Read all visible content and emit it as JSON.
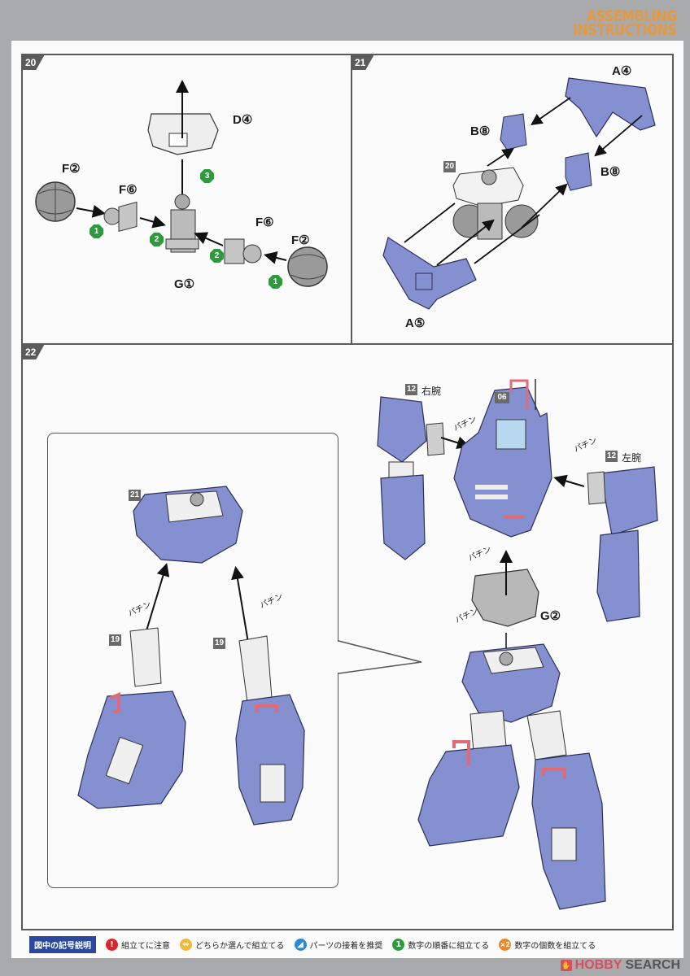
{
  "header": {
    "line1": "ASSEMBLING",
    "line2": "INSTRUCTIONS"
  },
  "colors": {
    "header_accent": "#e8983a",
    "part_blue": "#8590d0",
    "step_green": "#2e9a3e",
    "legend_blue": "#2b48a0",
    "accent_red": "#e06a78"
  },
  "steps": {
    "s20": {
      "number": "20",
      "labels": {
        "d4": "D④",
        "f2_left": "F②",
        "f6_left": "F⑥",
        "f6_right": "F⑥",
        "f2_right": "F②",
        "g1": "G①"
      },
      "badges": {
        "b1_left": "1",
        "b2_left": "2",
        "b2_right": "2",
        "b1_right": "1",
        "b3": "3"
      }
    },
    "s21": {
      "number": "21",
      "labels": {
        "a4": "A④",
        "b8_top": "B⑧",
        "b8_right": "B⑧",
        "a5": "A⑤"
      },
      "ref": "20"
    },
    "s22": {
      "number": "22",
      "callout": {
        "ref_top": "21",
        "ref_left": "19",
        "ref_right": "19",
        "snap1": "パチン",
        "snap2": "パチン"
      },
      "right_arm_ref": "12",
      "right_arm": "右腕",
      "left_arm_ref": "12",
      "left_arm": "左腕",
      "torso_ref": "06",
      "g2": "G②",
      "snap_a": "パチン",
      "snap_b": "パチン",
      "snap_c": "パチン",
      "snap_d": "パチン"
    }
  },
  "legend": {
    "title": "図中の記号説明",
    "items": [
      {
        "icon": "!",
        "color": "#d8262e",
        "label": "組立てに注意"
      },
      {
        "icon": "⇔",
        "color": "#f0b840",
        "label": "どちらか選んで組立てる"
      },
      {
        "icon": "◢",
        "color": "#2a8ad8",
        "label": "パーツの接着を推奨"
      },
      {
        "icon": "1",
        "color": "#2e9a3e",
        "label": "数字の順番に組立てる"
      },
      {
        "icon": "×2",
        "color": "#e8882a",
        "label": "数字の個数を組立てる"
      }
    ]
  },
  "watermark": {
    "hobby": "HOBBY",
    "search": "SEARCH"
  }
}
